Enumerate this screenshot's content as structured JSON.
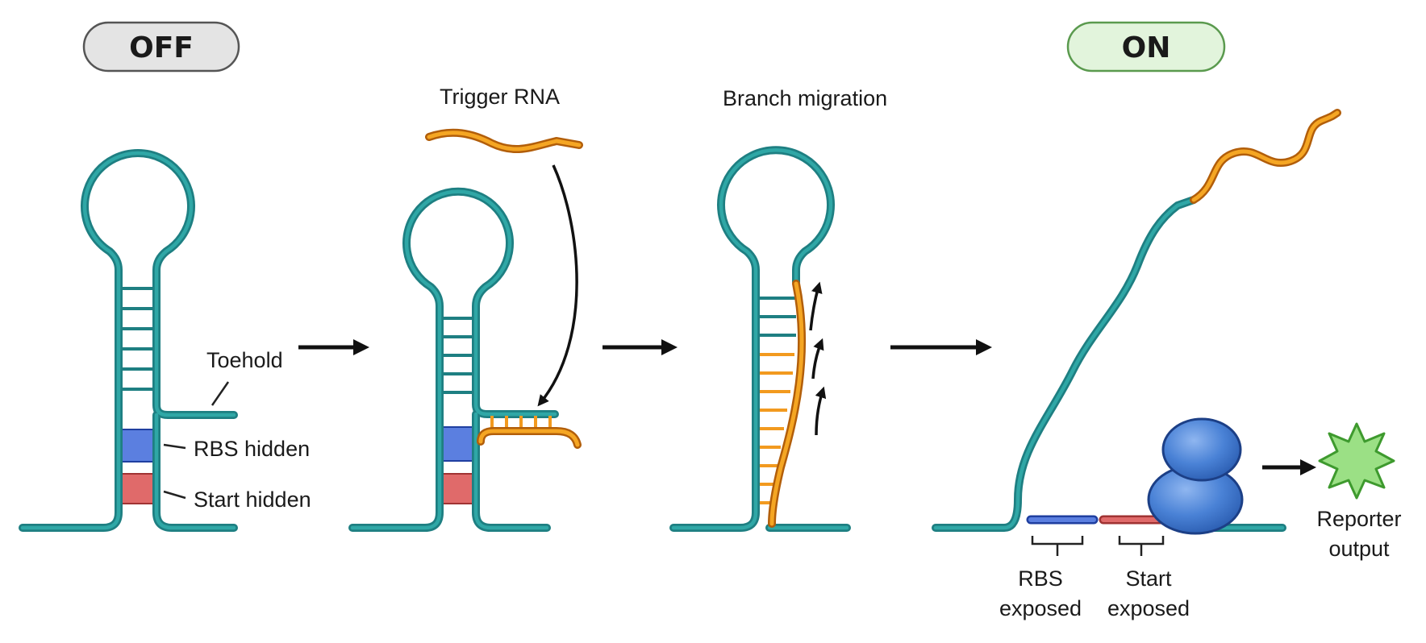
{
  "states": {
    "off": "OFF",
    "on": "ON"
  },
  "labels": {
    "toehold": "Toehold",
    "rbs_hidden": "RBS hidden",
    "start_hidden": "Start hidden",
    "trigger_rna": "Trigger RNA",
    "branch_migration": "Branch migration",
    "rbs_exposed_1": "RBS",
    "rbs_exposed_2": "exposed",
    "start_exposed_1": "Start",
    "start_exposed_2": "exposed",
    "reporter_1": "Reporter",
    "reporter_2": "output"
  },
  "colors": {
    "rna_strand": "#1e7f82",
    "trigger": "#f5a623",
    "rbs": "#5b7fe0",
    "start_codon": "#e06a6a",
    "ribosome": "#3f78d0",
    "reporter": "#7fd06a",
    "off_pill": "#e4e4e4",
    "on_pill": "#e2f4dc"
  },
  "icons": {
    "ribosome": "ribosome-icon",
    "reporter": "reporter-star-icon"
  }
}
